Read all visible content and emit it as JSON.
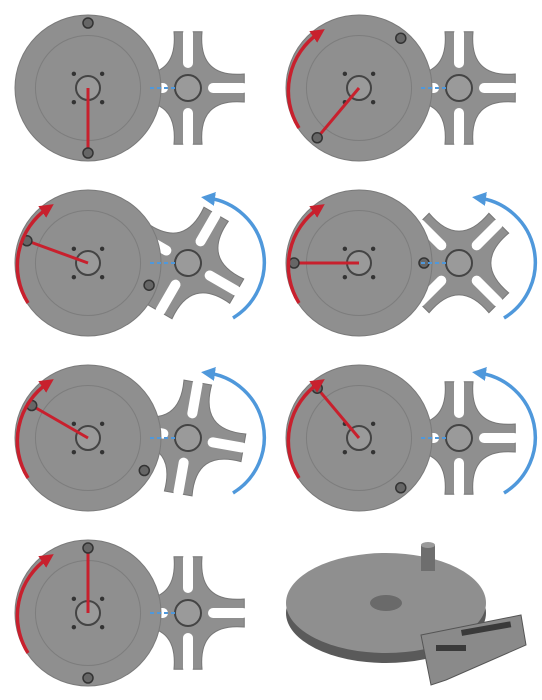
{
  "figure": {
    "description_colors": {
      "wheel_fill": "#8f8f8f",
      "wheel_dark": "#6f6f6f",
      "pin_red": "#c8202d",
      "arrow_red": "#c8202d",
      "arrow_blue": "#4f98db",
      "cross_fill": "#8f8f8f",
      "background": "#ffffff"
    },
    "panels": [
      {
        "id": "step-1",
        "drive_angle": 90,
        "cross_angle": 0,
        "red_arrow": false,
        "blue_arrow": false
      },
      {
        "id": "step-2",
        "drive_angle": 130,
        "cross_angle": 0,
        "red_arrow": true,
        "blue_arrow": false
      },
      {
        "id": "step-3",
        "drive_angle": 200,
        "cross_angle": 30,
        "red_arrow": true,
        "blue_arrow": true
      },
      {
        "id": "step-4",
        "drive_angle": 180,
        "cross_angle": 45,
        "red_arrow": true,
        "blue_arrow": true
      },
      {
        "id": "step-5",
        "drive_angle": 210,
        "cross_angle": 10,
        "red_arrow": true,
        "blue_arrow": true
      },
      {
        "id": "step-6",
        "drive_angle": 230,
        "cross_angle": 0,
        "red_arrow": true,
        "blue_arrow": true
      },
      {
        "id": "step-7",
        "drive_angle": 270,
        "cross_angle": 0,
        "red_arrow": true,
        "blue_arrow": false
      },
      {
        "id": "step-8-3d",
        "drive_angle": 0,
        "cross_angle": 0,
        "red_arrow": false,
        "blue_arrow": false
      }
    ]
  }
}
